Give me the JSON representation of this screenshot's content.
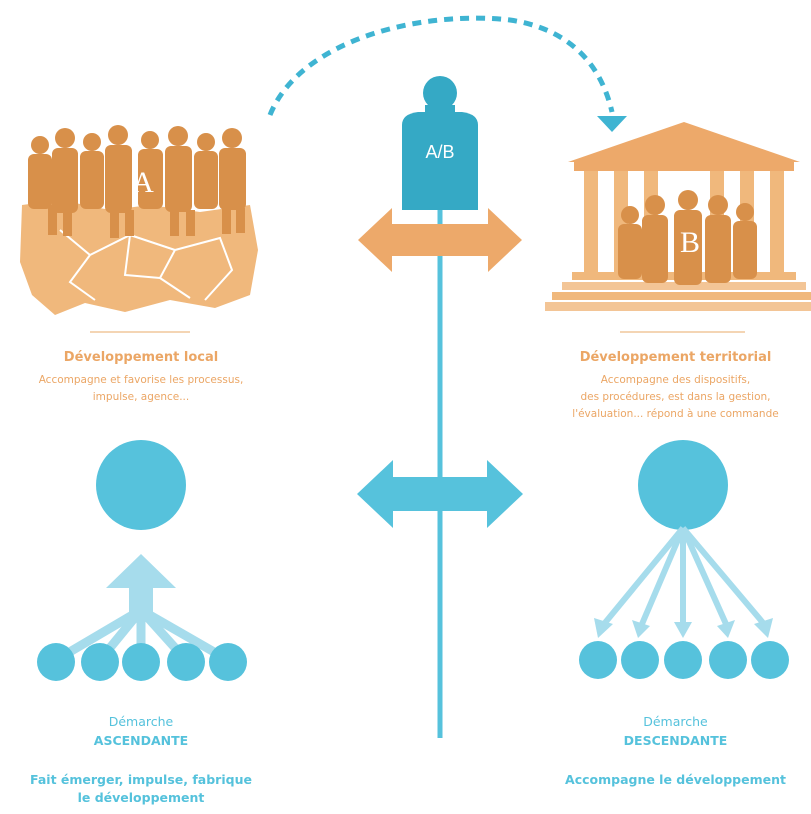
{
  "colors": {
    "orange": "#e0984f",
    "orange_light": "#f0b87c",
    "orange_dark": "#cf8543",
    "blue": "#56c2dc",
    "blue_dark": "#2aa7c4",
    "blue_light": "#a6dcec"
  },
  "group_a": {
    "label": "A"
  },
  "person_ab": {
    "label": "A/B"
  },
  "group_b": {
    "label": "B"
  },
  "left": {
    "title": "Développement local",
    "body_line1": "Accompagne et favorise les processus,",
    "body_line2": "impulse, agence...",
    "demarche": "Démarche",
    "direction": "ASCENDANTE",
    "footer_line1": "Fait émerger, impulse, fabrique",
    "footer_line2": "le développement"
  },
  "right": {
    "title": "Développement territorial",
    "body_line1": "Accompagne des dispositifs,",
    "body_line2": "des procédures, est dans la gestion,",
    "body_line3": "l'évaluation... répond à une commande",
    "demarche": "Démarche",
    "direction": "DESCENDANTE",
    "footer_line1": "Accompagne le développement"
  }
}
